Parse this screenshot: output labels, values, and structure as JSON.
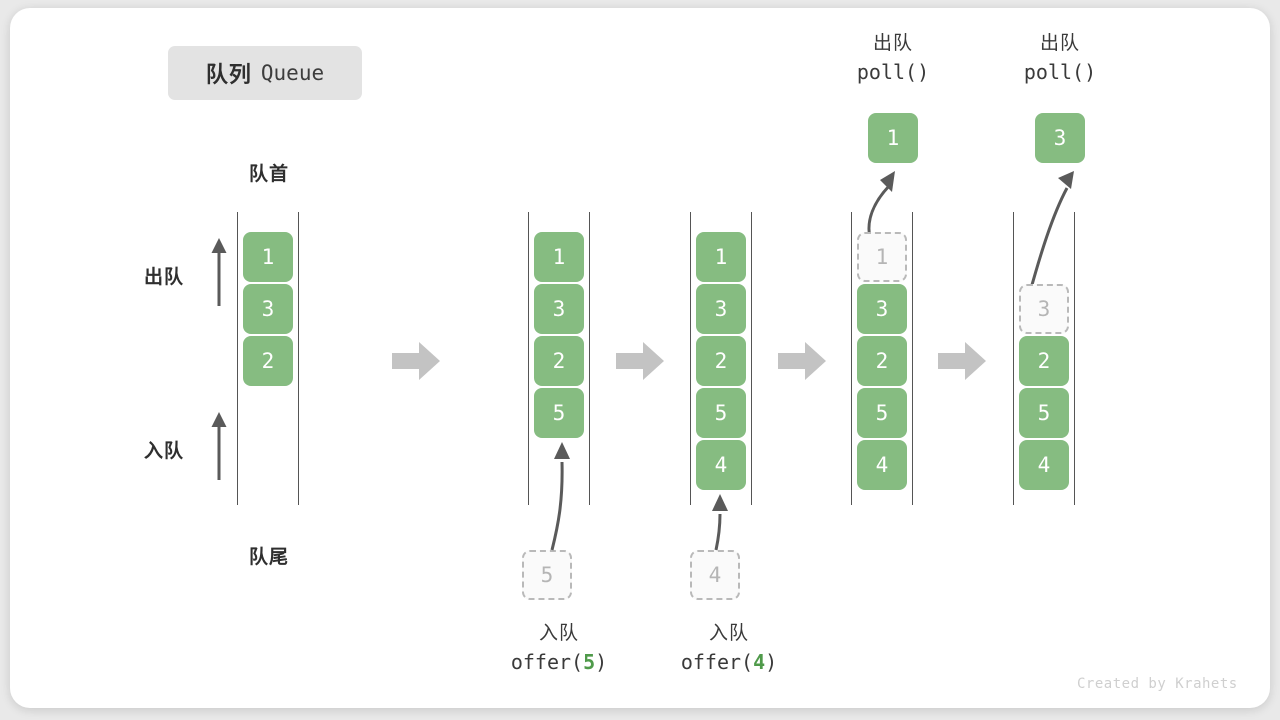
{
  "figure": {
    "title_cn": "队列",
    "title_en": "Queue",
    "credit": "Created by Krahets",
    "head_label": "队首",
    "tail_label": "队尾",
    "dequeue_label": "出队",
    "enqueue_label": "入队",
    "colors": {
      "cell_fill": "#86bc81",
      "cell_text": "#ffffff",
      "ghost_border": "#b9b9b9",
      "ghost_text": "#b5b5b5",
      "rail": "#555555",
      "arrow": "#5a5a5a",
      "block_arrow": "#c3c3c3",
      "badge_bg": "#e3e3e3",
      "accent_green": "#4f9a4a",
      "canvas": "#ffffff",
      "page": "#e9e9e9"
    }
  },
  "chart_data": {
    "type": "diagram",
    "title": "队列 Queue",
    "description": "Queue operations: offer(5), offer(4), poll(), poll()",
    "stages": [
      {
        "id": "stage-initial",
        "caption_cn": "",
        "caption_code": "",
        "cells": [
          {
            "value": "1",
            "state": "filled"
          },
          {
            "value": "3",
            "state": "filled"
          },
          {
            "value": "2",
            "state": "filled"
          }
        ],
        "incoming": null,
        "outgoing": null
      },
      {
        "id": "stage-offer-5",
        "caption_cn": "入队",
        "caption_code": "offer(",
        "caption_num": "5",
        "caption_code_end": ")",
        "cells": [
          {
            "value": "1",
            "state": "filled"
          },
          {
            "value": "3",
            "state": "filled"
          },
          {
            "value": "2",
            "state": "filled"
          },
          {
            "value": "5",
            "state": "filled"
          }
        ],
        "incoming": {
          "value": "5",
          "state": "ghost"
        },
        "outgoing": null
      },
      {
        "id": "stage-offer-4",
        "caption_cn": "入队",
        "caption_code": "offer(",
        "caption_num": "4",
        "caption_code_end": ")",
        "cells": [
          {
            "value": "1",
            "state": "filled"
          },
          {
            "value": "3",
            "state": "filled"
          },
          {
            "value": "2",
            "state": "filled"
          },
          {
            "value": "5",
            "state": "filled"
          },
          {
            "value": "4",
            "state": "filled"
          }
        ],
        "incoming": {
          "value": "4",
          "state": "ghost"
        },
        "outgoing": null
      },
      {
        "id": "stage-poll-1",
        "caption_cn": "出队",
        "caption_code": "poll()",
        "cells": [
          {
            "value": "1",
            "state": "ghost"
          },
          {
            "value": "3",
            "state": "filled"
          },
          {
            "value": "2",
            "state": "filled"
          },
          {
            "value": "5",
            "state": "filled"
          },
          {
            "value": "4",
            "state": "filled"
          }
        ],
        "incoming": null,
        "outgoing": {
          "value": "1",
          "state": "filled"
        }
      },
      {
        "id": "stage-poll-3",
        "caption_cn": "出队",
        "caption_code": "poll()",
        "cells": [
          {
            "value": "",
            "state": "empty"
          },
          {
            "value": "3",
            "state": "ghost"
          },
          {
            "value": "2",
            "state": "filled"
          },
          {
            "value": "5",
            "state": "filled"
          },
          {
            "value": "4",
            "state": "filled"
          }
        ],
        "incoming": null,
        "outgoing": {
          "value": "3",
          "state": "filled"
        }
      }
    ]
  }
}
